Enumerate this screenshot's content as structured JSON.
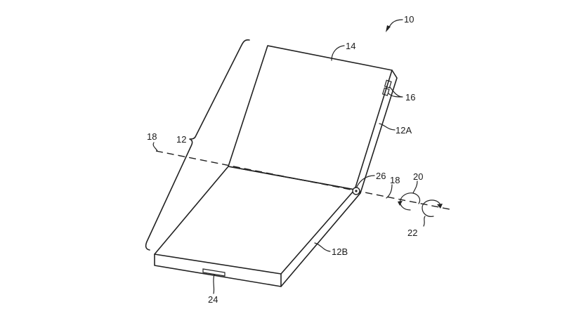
{
  "figure": {
    "type": "patent-drawing",
    "subject": "foldable electronic device",
    "background": "#ffffff",
    "line_color": "#222222",
    "reference_numerals": {
      "device": "10",
      "housing": "12",
      "housing_upper": "12A",
      "housing_lower": "12B",
      "display": "14",
      "buttons": "16",
      "fold_axis_left": "18",
      "fold_axis_right": "18",
      "rotation_a": "20",
      "rotation_b": "22",
      "port": "24",
      "hinge": "26"
    }
  }
}
